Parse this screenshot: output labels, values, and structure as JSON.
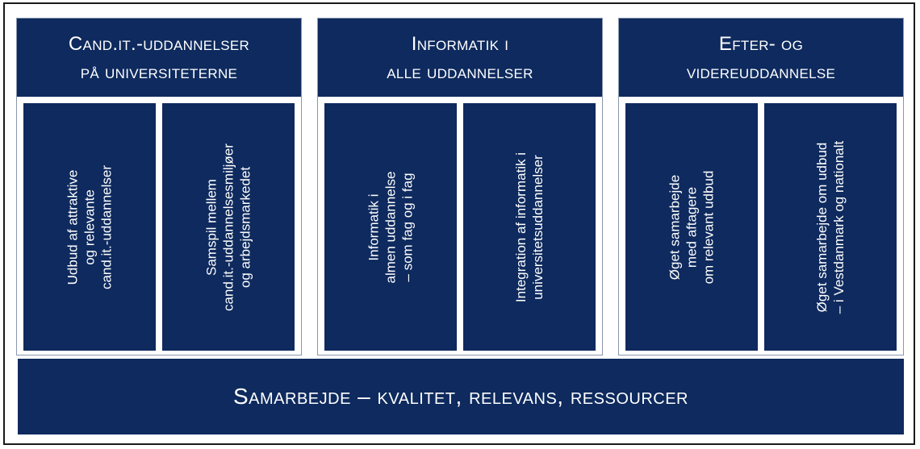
{
  "pillars": [
    {
      "title_line1": "Cand.it.-uddannelser",
      "title_line2": "på universiteterne",
      "columns": [
        {
          "lines": [
            "Udbud af attraktive",
            "og relevante",
            "cand.it.-uddannelser"
          ]
        },
        {
          "lines": [
            "Samspil mellem",
            "cand.it.-uddannelsesmiljøer",
            "og arbejdsmarkedet"
          ]
        }
      ]
    },
    {
      "title_line1": "Informatik i",
      "title_line2": "alle uddannelser",
      "columns": [
        {
          "lines": [
            "Informatik i",
            "almen uddannelse",
            "– som fag og i fag"
          ]
        },
        {
          "lines": [
            "Integration af informatik i",
            "universitetsuddannelser"
          ]
        }
      ]
    },
    {
      "title_line1": "Efter- og",
      "title_line2": "videreuddannelse",
      "columns": [
        {
          "lines": [
            "Øget samarbejde",
            "med aftagere",
            "om relevant udbud"
          ]
        },
        {
          "lines": [
            "Øget samarbejde om udbud",
            "– i Vestdanmark og nationalt"
          ]
        }
      ]
    }
  ],
  "base": {
    "label": "Samarbejde – kvalitet, relevans, ressourcer"
  },
  "colors": {
    "box": "#0e2a5e",
    "text": "#ffffff",
    "frame": "#1a1a1a"
  }
}
